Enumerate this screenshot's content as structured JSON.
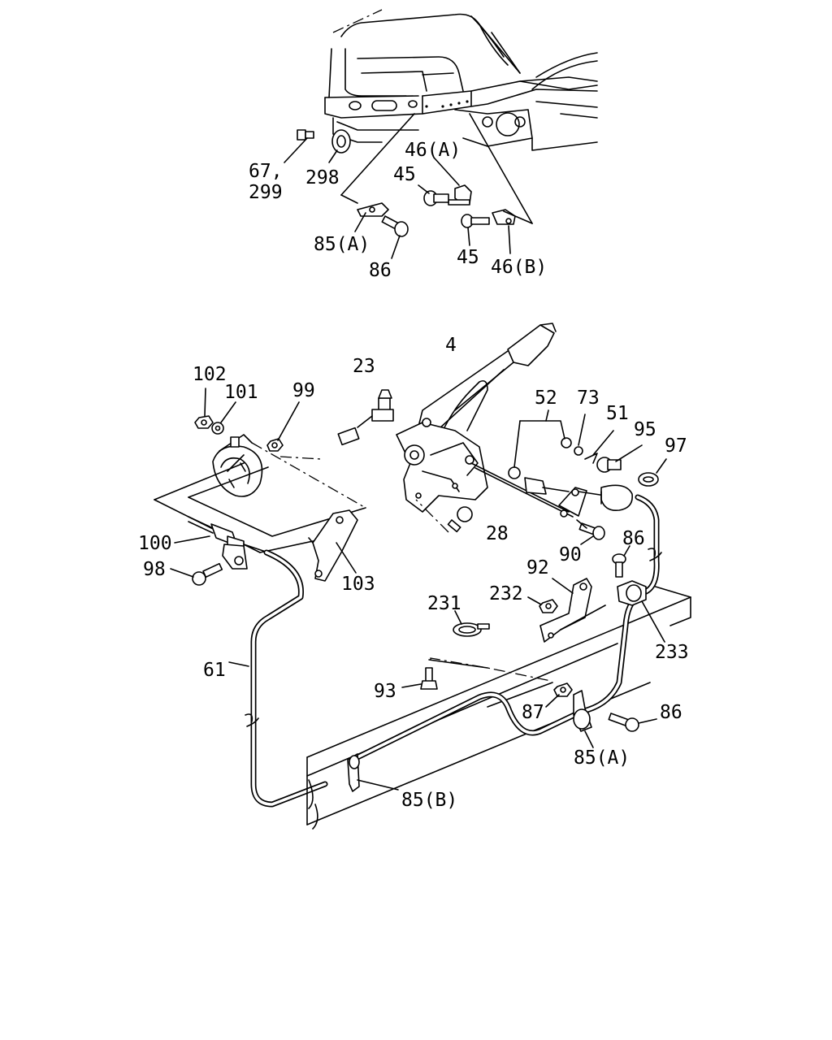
{
  "diagram": {
    "labels": {
      "l67_299_a": "67,",
      "l67_299_b": "299",
      "l298": "298",
      "l46a_top": "46(A)",
      "l45_top": "45",
      "l85a_top": "85(A)",
      "l86_top": "86",
      "l45_bot": "45",
      "l46b": "46(B)",
      "l4": "4",
      "l23": "23",
      "l102": "102",
      "l101": "101",
      "l99": "99",
      "l52": "52",
      "l73": "73",
      "l51": "51",
      "l95": "95",
      "l97": "97",
      "l100": "100",
      "l98": "98",
      "l103": "103",
      "l28": "28",
      "l90": "90",
      "l86_mid": "86",
      "l92": "92",
      "l231": "231",
      "l232": "232",
      "l233": "233",
      "l61": "61",
      "l93": "93",
      "l87": "87",
      "l86_low": "86",
      "l85a_low": "85(A)",
      "l85b": "85(B)"
    }
  }
}
